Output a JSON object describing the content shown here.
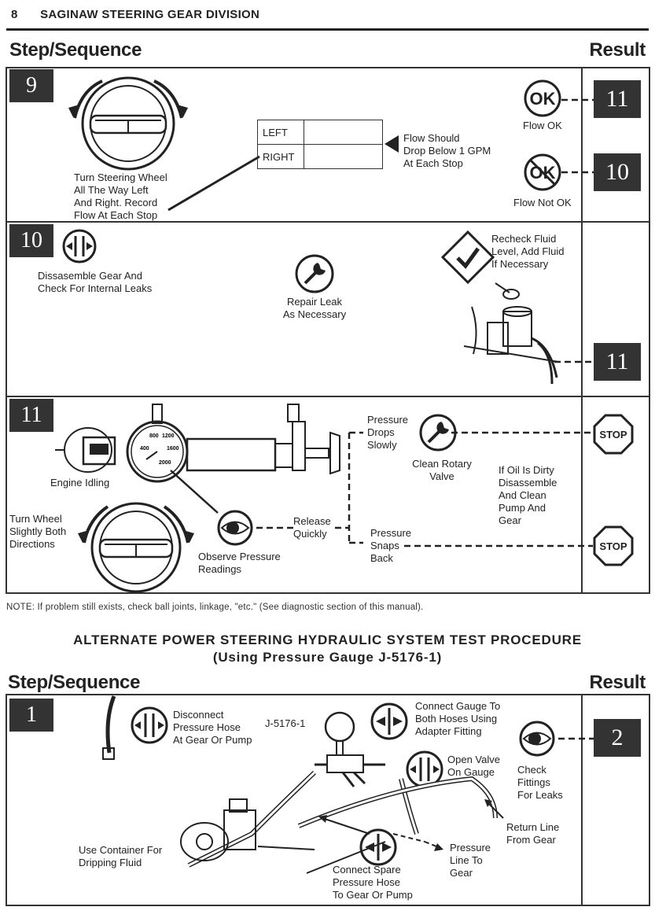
{
  "header": {
    "page_number": "8",
    "title": "SAGINAW STEERING GEAR DIVISION"
  },
  "columns": {
    "step_heading": "Step/Sequence",
    "result_heading": "Result"
  },
  "step9": {
    "number": "9",
    "instruction": [
      "Turn Steering Wheel",
      "All The Way Left",
      "And Right. Record",
      "Flow At Each Stop"
    ],
    "table": {
      "left": "LEFT",
      "right": "RIGHT"
    },
    "flow_note": [
      "Flow Should",
      "Drop Below 1 GPM",
      "At Each Stop"
    ],
    "ok_icon": "OK",
    "ok_label": "Flow OK",
    "notok_label": "Flow Not OK",
    "result_ok": "11",
    "result_notok": "10"
  },
  "step10": {
    "number": "10",
    "disassemble": [
      "Dissasemble Gear And",
      "Check For Internal Leaks"
    ],
    "repair": [
      "Repair Leak",
      "As Necessary"
    ],
    "recheck": [
      "Recheck  Fluid",
      "Level, Add Fluid",
      "If  Necessary"
    ],
    "result": "11"
  },
  "step11": {
    "number": "11",
    "engine": "Engine Idling",
    "gauge_ticks": [
      "800",
      "1200",
      "400",
      "1600",
      "2000"
    ],
    "turn_wheel": [
      "Turn Wheel",
      "Slightly Both",
      "Directions"
    ],
    "observe": [
      "Observe Pressure",
      "Readings"
    ],
    "release": [
      "Release",
      "Quickly"
    ],
    "pressure_drops": [
      "Pressure",
      "Drops",
      "Slowly"
    ],
    "clean_valve": [
      "Clean Rotary",
      "Valve"
    ],
    "oil_dirty": [
      "If Oil Is Dirty",
      "Disassemble",
      "And Clean",
      "Pump And",
      "Gear"
    ],
    "pressure_snaps": [
      "Pressure",
      "Snaps",
      "Back"
    ],
    "stop_label": "STOP"
  },
  "note": "NOTE: If problem still exists, check ball joints, linkage, \"etc.\" (See diagnostic section of this manual).",
  "alternate": {
    "title": "ALTERNATE POWER STEERING HYDRAULIC SYSTEM TEST PROCEDURE",
    "subtitle": "(Using Pressure Gauge J-5176-1)"
  },
  "alt_step1": {
    "number": "1",
    "disconnect": [
      "Disconnect",
      "Pressure Hose",
      "At Gear Or Pump"
    ],
    "gauge_id": "J-5176-1",
    "connect_gauge": [
      "Connect Gauge To",
      "Both Hoses Using",
      "Adapter Fitting"
    ],
    "open_valve": [
      "Open Valve",
      "On Gauge"
    ],
    "check_fittings": [
      "Check",
      "Fittings",
      "For Leaks"
    ],
    "return_line": [
      "Return Line",
      "From Gear"
    ],
    "pressure_line": [
      "Pressure",
      "Line To",
      "Gear"
    ],
    "connect_spare": [
      "Connect Spare",
      "Pressure Hose",
      "To Gear Or Pump"
    ],
    "container": [
      "Use Container For",
      "Dripping Fluid"
    ],
    "result": "2"
  }
}
